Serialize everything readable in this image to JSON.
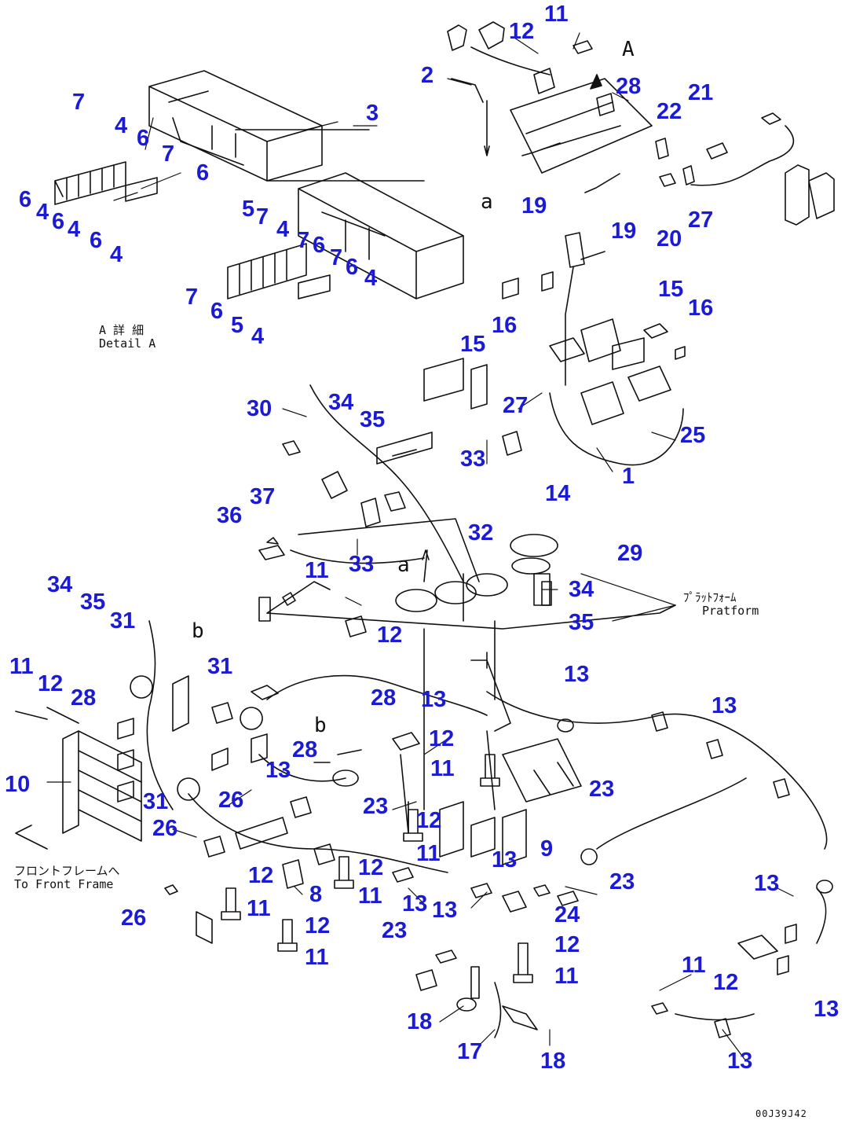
{
  "diagram": {
    "labels": [
      "1",
      "2",
      "3",
      "4",
      "5",
      "6",
      "7",
      "8",
      "9",
      "10",
      "11",
      "12",
      "13",
      "14",
      "15",
      "16",
      "17",
      "18",
      "19",
      "20",
      "21",
      "22",
      "23",
      "24",
      "25",
      "26",
      "27",
      "28",
      "29",
      "30",
      "31",
      "32",
      "33",
      "34",
      "35",
      "36",
      "37"
    ],
    "detail_note": {
      "jp": "A 詳 細",
      "en": "Detail A"
    },
    "platform_note": {
      "jp": "ﾌﾟﾗｯﾄﾌｫｰﾑ",
      "en": "Pratform"
    },
    "front_frame_note": {
      "jp": "フロントフレームへ",
      "en": "To Front Frame"
    },
    "letters": {
      "a": "a",
      "b": "b",
      "A": "A"
    },
    "drawing_code": "00J39J42"
  },
  "colors": {
    "label": "#1b1bd6",
    "line": "#111111",
    "background": "#ffffff"
  }
}
